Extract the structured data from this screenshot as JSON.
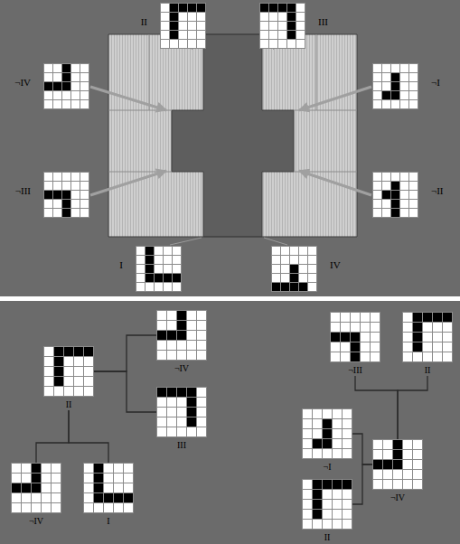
{
  "diagram": {
    "nodes": [
      {
        "text": [
          "II"
        ]
      },
      {
        "text": [
          "III"
        ]
      },
      {
        "text": [
          "¬IV"
        ]
      },
      {
        "text": [
          "¬I"
        ]
      },
      {
        "text": [
          "¬III"
        ]
      },
      {
        "text": [
          "¬II"
        ]
      },
      {
        "text": [
          "I"
        ]
      },
      {
        "text": [
          "IV"
        ]
      },
      {
        "text": [
          "II"
        ]
      },
      {
        "text": [
          "¬IV"
        ]
      },
      {
        "text": [
          "III"
        ]
      },
      {
        "text": [
          "¬IV"
        ]
      },
      {
        "text": [
          "I"
        ]
      },
      {
        "text": [
          "¬III"
        ]
      },
      {
        "text": [
          "II"
        ]
      },
      {
        "text": [
          "¬IV"
        ]
      },
      {
        "text": [
          "¬I"
        ]
      },
      {
        "text": [
          "II"
        ]
      }
    ],
    "edges": [
      {
        "from": 8,
        "to": 9,
        "arrow": "none"
      },
      {
        "from": 8,
        "to": 10,
        "arrow": "none"
      },
      {
        "from": 8,
        "to": 11,
        "arrow": "none"
      },
      {
        "from": 8,
        "to": 12,
        "arrow": "none"
      },
      {
        "from": 13,
        "to": 15,
        "arrow": "none"
      },
      {
        "from": 14,
        "to": 15,
        "arrow": "none"
      },
      {
        "from": 15,
        "to": 16,
        "arrow": "none"
      },
      {
        "from": 15,
        "to": 17,
        "arrow": "none"
      }
    ]
  }
}
